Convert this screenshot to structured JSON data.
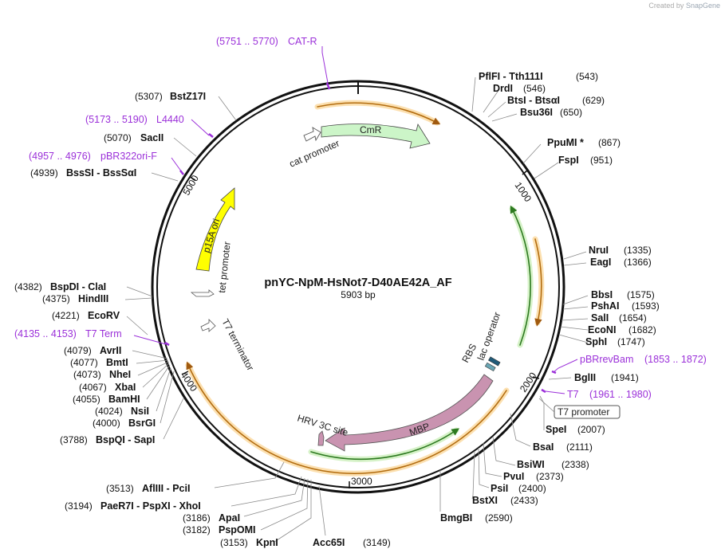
{
  "credit": {
    "prefix": "Created by",
    "brand": "SnapGene"
  },
  "plasmid": {
    "name": "pnYC-NpM-HsNot7-D40AE42A_AF",
    "length": "5903 bp"
  },
  "ticks": [
    "1000",
    "2000",
    "3000",
    "4000",
    "5000"
  ],
  "sites_right": [
    {
      "name": "PflFI  -  Tth111I",
      "pos": "(543)"
    },
    {
      "name": "DrdI",
      "pos": "(546)"
    },
    {
      "name": "BtsI  -  BtsαI",
      "pos": "(629)"
    },
    {
      "name": "Bsu36I",
      "pos": "(650)"
    },
    {
      "name": "PpuMI *",
      "pos": "(867)"
    },
    {
      "name": "FspI",
      "pos": "(951)"
    },
    {
      "name": "NruI",
      "pos": "(1335)"
    },
    {
      "name": "EagI",
      "pos": "(1366)"
    },
    {
      "name": "BbsI",
      "pos": "(1575)"
    },
    {
      "name": "PshAI",
      "pos": "(1593)"
    },
    {
      "name": "SalI",
      "pos": "(1654)"
    },
    {
      "name": "EcoNI",
      "pos": "(1682)"
    },
    {
      "name": "SphI",
      "pos": "(1747)"
    },
    {
      "name": "BglII",
      "pos": "(1941)"
    },
    {
      "name": "SpeI",
      "pos": "(2007)"
    },
    {
      "name": "BsaI",
      "pos": "(2111)"
    },
    {
      "name": "BsiWI",
      "pos": "(2338)"
    },
    {
      "name": "PvuI",
      "pos": "(2373)"
    },
    {
      "name": "PsiI",
      "pos": "(2400)"
    },
    {
      "name": "BstXI",
      "pos": "(2433)"
    },
    {
      "name": "BmgBI",
      "pos": "(2590)"
    },
    {
      "name": "Acc65I",
      "pos": "(3149)"
    }
  ],
  "sites_left": [
    {
      "name": "BstZ17I",
      "pos": "(5307)"
    },
    {
      "name": "SacII",
      "pos": "(5070)"
    },
    {
      "name": "BssSI  -  BssSαI",
      "pos": "(4939)"
    },
    {
      "name": "BspDI  -  ClaI",
      "pos": "(4382)"
    },
    {
      "name": "HindIII",
      "pos": "(4375)"
    },
    {
      "name": "EcoRV",
      "pos": "(4221)"
    },
    {
      "name": "AvrII",
      "pos": "(4079)"
    },
    {
      "name": "BmtI",
      "pos": "(4077)"
    },
    {
      "name": "NheI",
      "pos": "(4073)"
    },
    {
      "name": "XbaI",
      "pos": "(4067)"
    },
    {
      "name": "BamHI",
      "pos": "(4055)"
    },
    {
      "name": "NsiI",
      "pos": "(4024)"
    },
    {
      "name": "BsrGI",
      "pos": "(4000)"
    },
    {
      "name": "BspQI  -  SapI",
      "pos": "(3788)"
    },
    {
      "name": "AflIII  -  PciI",
      "pos": "(3513)"
    },
    {
      "name": "PaeR7I  -  PspXI  -  XhoI",
      "pos": "(3194)"
    },
    {
      "name": "ApaI",
      "pos": "(3186)"
    },
    {
      "name": "PspOMI",
      "pos": "(3182)"
    },
    {
      "name": "KpnI",
      "pos": "(3153)"
    }
  ],
  "primers": [
    {
      "name": "CAT-R",
      "range": "(5751 .. 5770)"
    },
    {
      "name": "L4440",
      "range": "(5173 .. 5190)"
    },
    {
      "name": "pBR322ori-F",
      "range": "(4957 .. 4976)"
    },
    {
      "name": "T7 Term",
      "range": "(4135 .. 4153)"
    },
    {
      "name": "pBRrevBam",
      "range": "(1853 .. 1872)"
    },
    {
      "name": "T7",
      "range": "(1961 .. 1980)"
    }
  ],
  "features": {
    "cmr": "CmR",
    "cat_promoter": "cat promoter",
    "p15a_ori": "p15A ori",
    "tet_promoter": "tet promoter",
    "t7_terminator": "T7 terminator",
    "mbp": "MBP",
    "hrv": "HRV 3C site",
    "rbs": "RBS",
    "lac_operator": "lac operator",
    "t7_promoter": "T7 promoter"
  },
  "colors": {
    "backbone": "#111111",
    "cmr": "#ccf5c8",
    "p15a": "#ffff00",
    "mbp": "#c993b0",
    "primer": "#9b30d9",
    "orf_orange": "#f0b45a",
    "orf_green": "#7fc06a"
  }
}
